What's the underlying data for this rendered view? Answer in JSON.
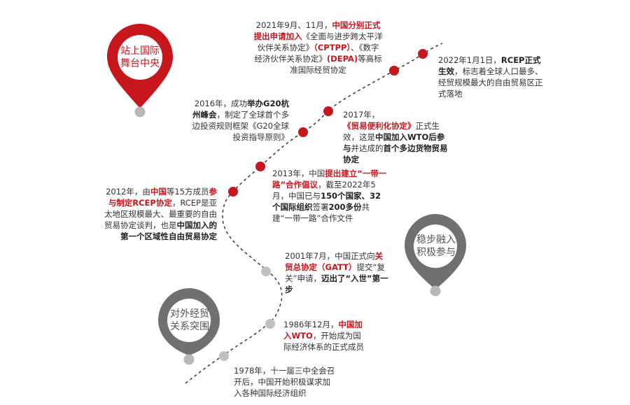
{
  "colors": {
    "red": "#c8161d",
    "gray": "#707070",
    "dot_gray": "#b8b8b8",
    "path": "#444444",
    "text": "#333333"
  },
  "pins": {
    "top": "站上国际舞台中央",
    "mid": "稳步融入积极参与",
    "bottom": "对外经贸关系突围"
  },
  "events": [
    {
      "id": "1978",
      "segments": [
        {
          "t": "1978年，十一届三中全会召开后，中国开始积极谋求加入各种国际经济组织",
          "s": "n"
        }
      ]
    },
    {
      "id": "1986",
      "segments": [
        {
          "t": "1986年12月，",
          "s": "n"
        },
        {
          "t": "中国加入WTO",
          "s": "r"
        },
        {
          "t": "，开始成为国际经济体系的正式成员",
          "s": "n"
        }
      ]
    },
    {
      "id": "2001",
      "segments": [
        {
          "t": "2001年7月，中国正式向",
          "s": "n"
        },
        {
          "t": "关贸总协定（GATT）",
          "s": "r"
        },
        {
          "t": "提交“复关”申请，",
          "s": "n"
        },
        {
          "t": "迈出了“入世”第一步",
          "s": "b"
        }
      ]
    },
    {
      "id": "2012",
      "segments": [
        {
          "t": "2012年，由",
          "s": "n"
        },
        {
          "t": "中国",
          "s": "r"
        },
        {
          "t": "等15方成员",
          "s": "n"
        },
        {
          "t": "参与制定RCEP协定",
          "s": "r"
        },
        {
          "t": "，RCEP是亚太地区规模最大、最重要的自由贸易协定谈判，也是",
          "s": "n"
        },
        {
          "t": "中国加入的第一个区域性自由贸易协定",
          "s": "b"
        }
      ]
    },
    {
      "id": "2013",
      "segments": [
        {
          "t": "2013年，中国",
          "s": "n"
        },
        {
          "t": "提出建立“一带一路”合作倡议",
          "s": "r"
        },
        {
          "t": "，截至2022年5月，中国已与",
          "s": "n"
        },
        {
          "t": "150个国家、32个国际组织",
          "s": "b"
        },
        {
          "t": "签署",
          "s": "n"
        },
        {
          "t": "200多份",
          "s": "b"
        },
        {
          "t": "共建“一带一路”合作文件",
          "s": "n"
        }
      ]
    },
    {
      "id": "2016",
      "segments": [
        {
          "t": "2016年，成功",
          "s": "n"
        },
        {
          "t": "举办G20杭州峰会",
          "s": "b"
        },
        {
          "t": "，制定了全球首个多边投资规则框架《G20全球投资指导原则》",
          "s": "n"
        }
      ]
    },
    {
      "id": "2017",
      "segments": [
        {
          "t": "2017年，",
          "s": "n"
        },
        {
          "t": "《贸易便利化协定》",
          "s": "r"
        },
        {
          "t": "正式生效，这是",
          "s": "n"
        },
        {
          "t": "中国加入WTO后参与",
          "s": "b"
        },
        {
          "t": "并达成的",
          "s": "n"
        },
        {
          "t": "首个多边货物贸易协定",
          "s": "b"
        }
      ]
    },
    {
      "id": "2021",
      "segments": [
        {
          "t": "2021年9月、11月，",
          "s": "n"
        },
        {
          "t": "中国分别正式提出申请加入",
          "s": "r"
        },
        {
          "t": "《全面与进步跨太平洋伙伴关系协定》",
          "s": "n"
        },
        {
          "t": "（CPTPP）",
          "s": "r"
        },
        {
          "t": "、《数字经济伙伴关系协定》",
          "s": "n"
        },
        {
          "t": "(DEPA)",
          "s": "r"
        },
        {
          "t": "等高标准国际经贸协定",
          "s": "n"
        }
      ]
    },
    {
      "id": "2022",
      "segments": [
        {
          "t": "2022年1月1日，",
          "s": "n"
        },
        {
          "t": "RCEP正式生效",
          "s": "b"
        },
        {
          "t": "，标志着全球人口最多、经贸规模最大的自由贸易区正式落地",
          "s": "n"
        }
      ]
    }
  ]
}
